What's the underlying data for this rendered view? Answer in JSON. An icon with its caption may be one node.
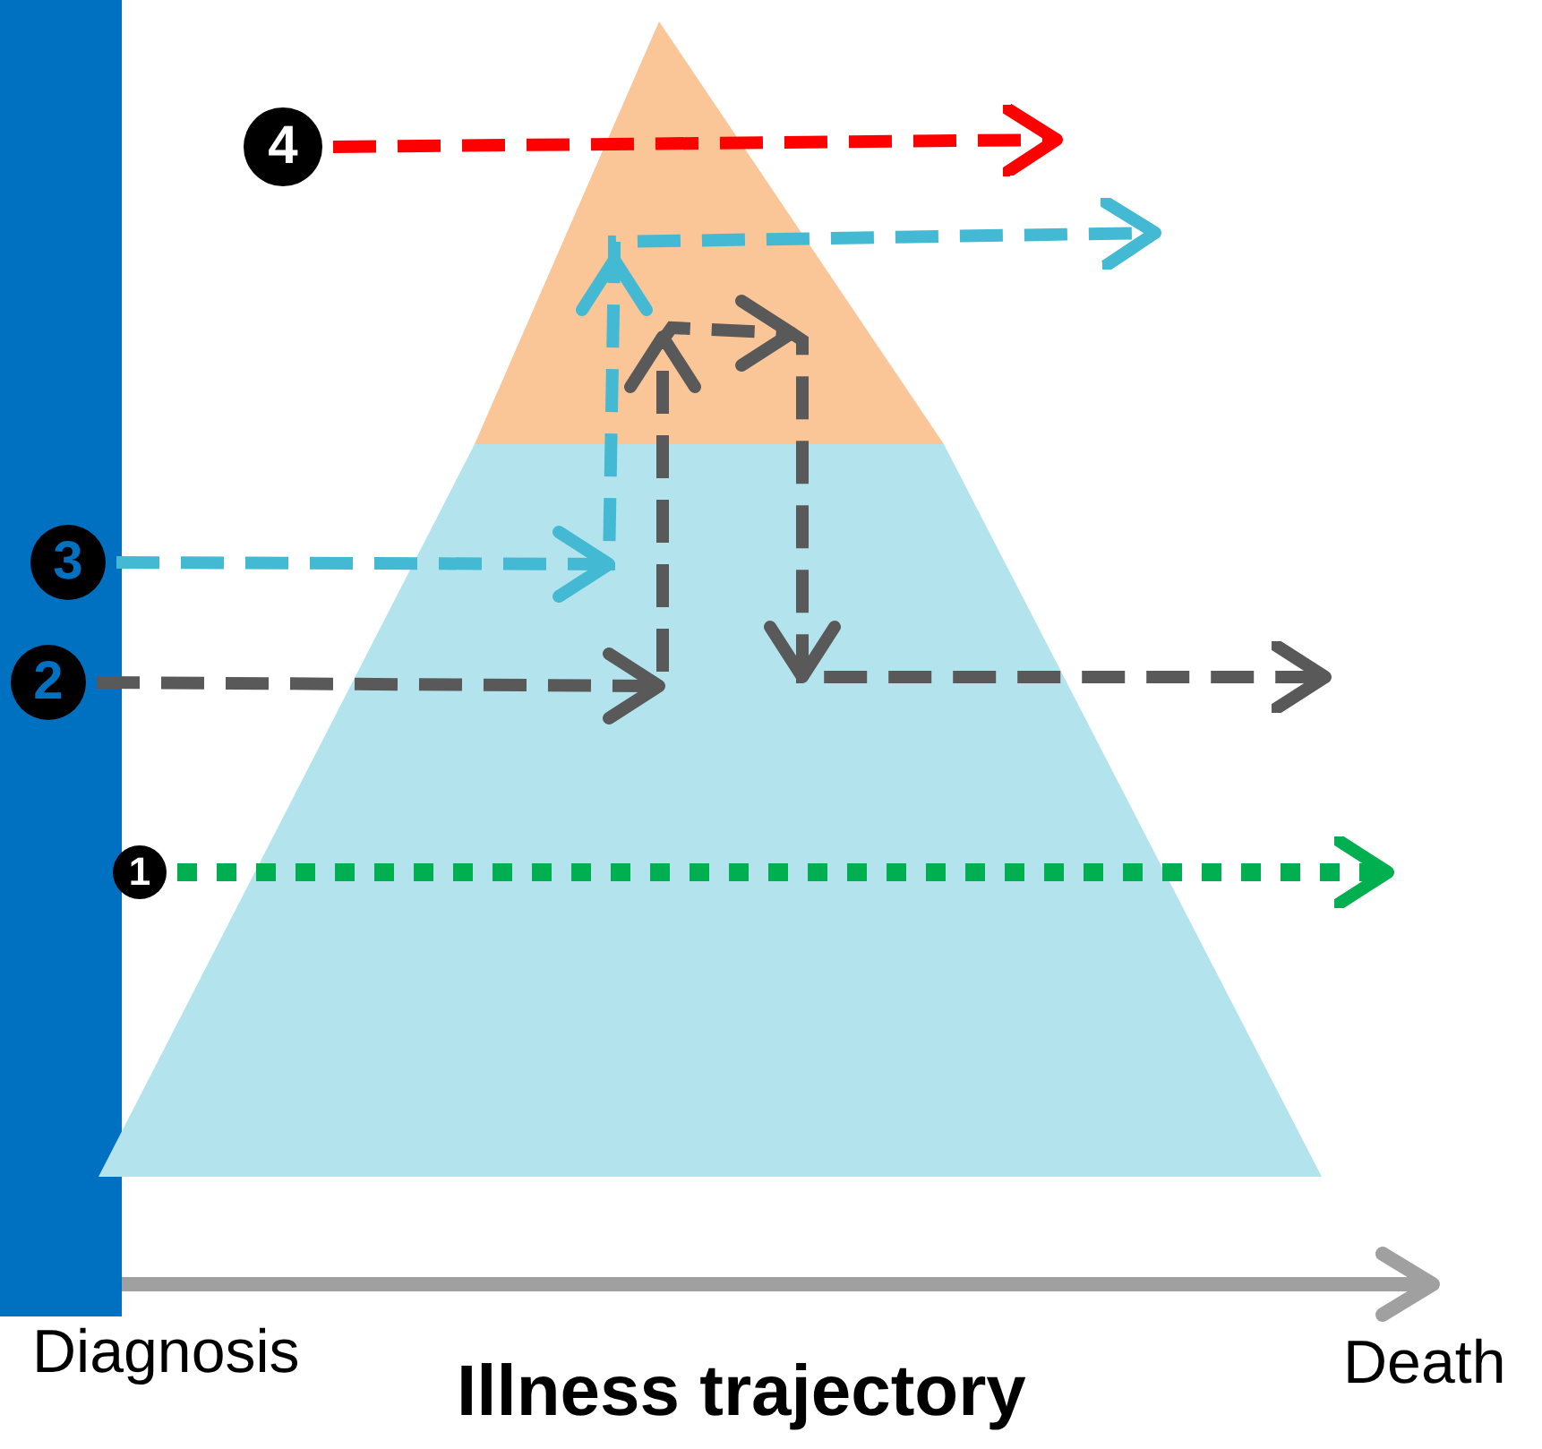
{
  "diagram": {
    "nodes": [
      {
        "text": [
          "4"
        ]
      },
      {
        "text": [
          "3"
        ]
      },
      {
        "text": [
          "2"
        ]
      },
      {
        "text": [
          "1"
        ]
      }
    ],
    "edges": [
      {
        "from": 0,
        "to": null,
        "arrow": "to",
        "style": "dashed",
        "color": "#ff0000"
      },
      {
        "from": 1,
        "to": null,
        "arrow": "to",
        "style": "dashed",
        "color": "#43b9d3"
      },
      {
        "from": 2,
        "to": null,
        "arrow": "to",
        "style": "dashed",
        "color": "#595959"
      },
      {
        "from": 3,
        "to": null,
        "arrow": "to",
        "color": "#00b050"
      }
    ],
    "labels": [
      "Diagnosis",
      "Illness trajectory",
      "Death"
    ]
  }
}
